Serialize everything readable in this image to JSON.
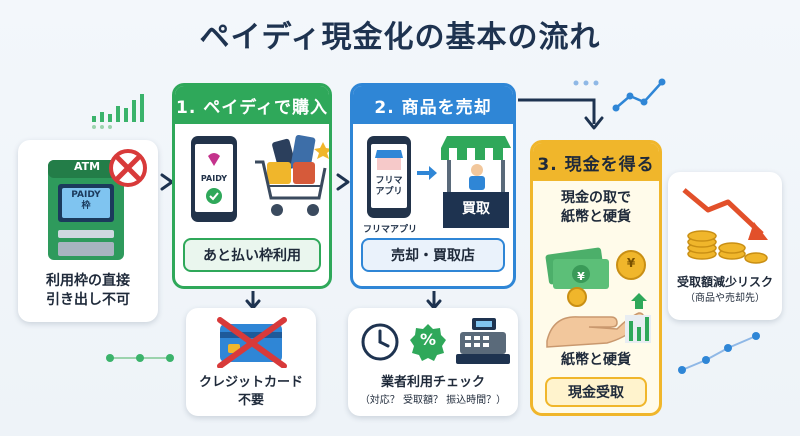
{
  "title": "ペイディ現金化の基本の流れ",
  "left_card": {
    "atm_label": "ATM",
    "atm_screen": "PAIDY\n枠",
    "caption": "利用枠の直接\n引き出し不可"
  },
  "step1": {
    "header": "1. ペイディで購入",
    "phone_brand": "PAIDY",
    "pill": "あと払い枠利用",
    "below_caption": "クレジットカード\n不要"
  },
  "step2": {
    "header": "2. 商品を売却",
    "phone_text": "フリマ\nアプリ",
    "phone_caption": "フリマアプリ",
    "shop_sign": "買取",
    "pill": "売却・買取店",
    "below_caption": "業者利用チェック",
    "below_sub": "（対応？ 受取額？ 振込時間？）",
    "percent_symbol": "%"
  },
  "step3": {
    "header": "3. 現金を得る",
    "top_caption": "現金の取で\n紙幣と硬貨",
    "yen_symbol": "¥",
    "bottom_caption": "紙幣と硬貨",
    "pill": "現金受取"
  },
  "right_card": {
    "caption": "受取額減少リスク",
    "sub": "（商品や売却先）"
  },
  "colors": {
    "green": "#2fa85a",
    "blue": "#2f86d6",
    "gold": "#f0b62b",
    "navy": "#1e3350"
  }
}
